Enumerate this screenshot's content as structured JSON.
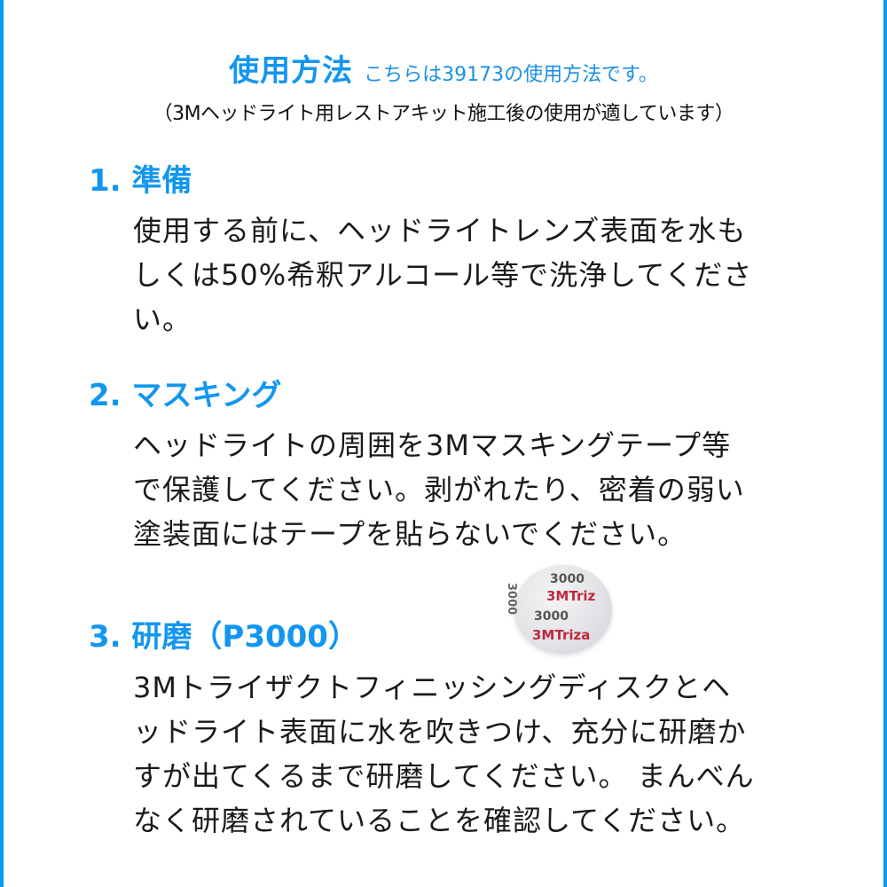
{
  "colors": {
    "accent": "#1296f0",
    "edge": "#0a9bf5",
    "text": "#1a1a1a"
  },
  "header": {
    "title": "使用方法",
    "title_sub": "こちらは39173の使用方法です。",
    "subtitle": "（3Mヘッドライト用レストアキット施工後の使用が適しています）"
  },
  "sections": [
    {
      "heading": "1. 準備",
      "lines": [
        "使用する前に、ヘッドライトレンズ表面を水も",
        "しくは50%希釈アルコール等で洗浄してくださ",
        "い。"
      ]
    },
    {
      "heading": "2. マスキング",
      "lines": [
        "ヘッドライトの周囲を3Mマスキングテープ等",
        "で保護してください。剥がれたり、密着の弱い",
        "塗装面にはテープを貼らないでください。"
      ]
    },
    {
      "heading": "3. 研磨（P3000）",
      "lines": [
        "3Mトライザクトフィニッシングディスクとヘ",
        "ッドライト表面に水を吹きつけ、充分に研磨か",
        "すが出てくるまで研磨してください。 まんべん",
        "なく研磨されていることを確認してください。"
      ]
    }
  ],
  "disc_image": {
    "grit_1": "3000",
    "brand_1": "3MTriz",
    "grit_2": "3000",
    "brand_2": "3MTriza",
    "side_text": "3000"
  }
}
